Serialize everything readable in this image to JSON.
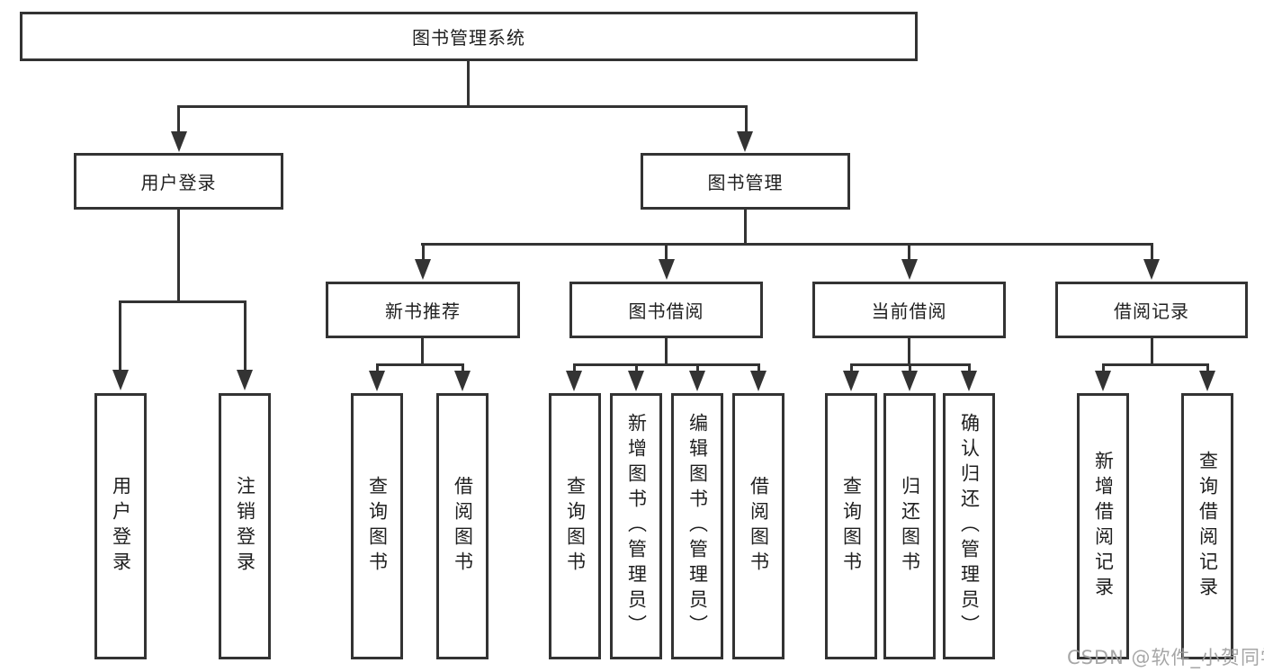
{
  "diagram": {
    "root": {
      "label": "图书管理系统"
    },
    "branches": [
      {
        "label": "用户登录",
        "children": [
          {
            "label": "用户登录"
          },
          {
            "label": "注销登录"
          }
        ]
      },
      {
        "label": "图书管理",
        "sections": [
          {
            "label": "新书推荐",
            "children": [
              {
                "label": "查询图书"
              },
              {
                "label": "借阅图书"
              }
            ]
          },
          {
            "label": "图书借阅",
            "children": [
              {
                "label": "查询图书"
              },
              {
                "label": "新增图书（管理员）"
              },
              {
                "label": "编辑图书（管理员）"
              },
              {
                "label": "借阅图书"
              }
            ]
          },
          {
            "label": "当前借阅",
            "children": [
              {
                "label": "查询图书"
              },
              {
                "label": "归还图书"
              },
              {
                "label": "确认归还（管理员）"
              }
            ]
          },
          {
            "label": "借阅记录",
            "children": [
              {
                "label": "新增借阅记录"
              },
              {
                "label": "查询借阅记录"
              }
            ]
          }
        ]
      }
    ],
    "watermark": "CSDN @软件_小贺同学",
    "colors": {
      "line": "#333333",
      "text": "#1f1f1f",
      "background": "#ffffff",
      "watermark": "#9e9e9e"
    }
  }
}
